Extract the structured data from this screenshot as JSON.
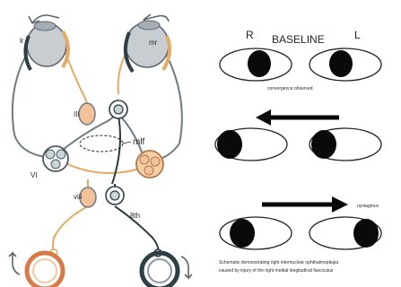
{
  "left_panel": {
    "labels": {
      "eye_left": "lr",
      "eye_right": "mr",
      "iii": "III",
      "mlf": "mlf",
      "vi": "VI",
      "viii": "viii",
      "eighth": "8th"
    },
    "colors": {
      "eye_fill": "#c8cdd2",
      "nerve_gray": "#6f7a82",
      "nerve_dark": "#2d3e45",
      "nerve_orange": "#e3ac66",
      "nucleus_orange": "#f4c29a",
      "nucleus_gray": "#c9d4d6",
      "ear_orange": "#d77b49",
      "ear_dark": "#2f3f46"
    }
  },
  "right_panel": {
    "header": {
      "r": "R",
      "title": "BASELINE",
      "l": "L"
    },
    "rows": [
      {
        "caption": "convergence observed"
      },
      {
        "caption": ""
      },
      {
        "caption": "nystagmus"
      }
    ],
    "arrow_directions": [
      "left",
      "right"
    ],
    "note_line1": "Schematic demonstrating right internuclear ophthalmoplegia",
    "note_line2": "caused by injury of the right medial longitudinal fasciculus"
  }
}
